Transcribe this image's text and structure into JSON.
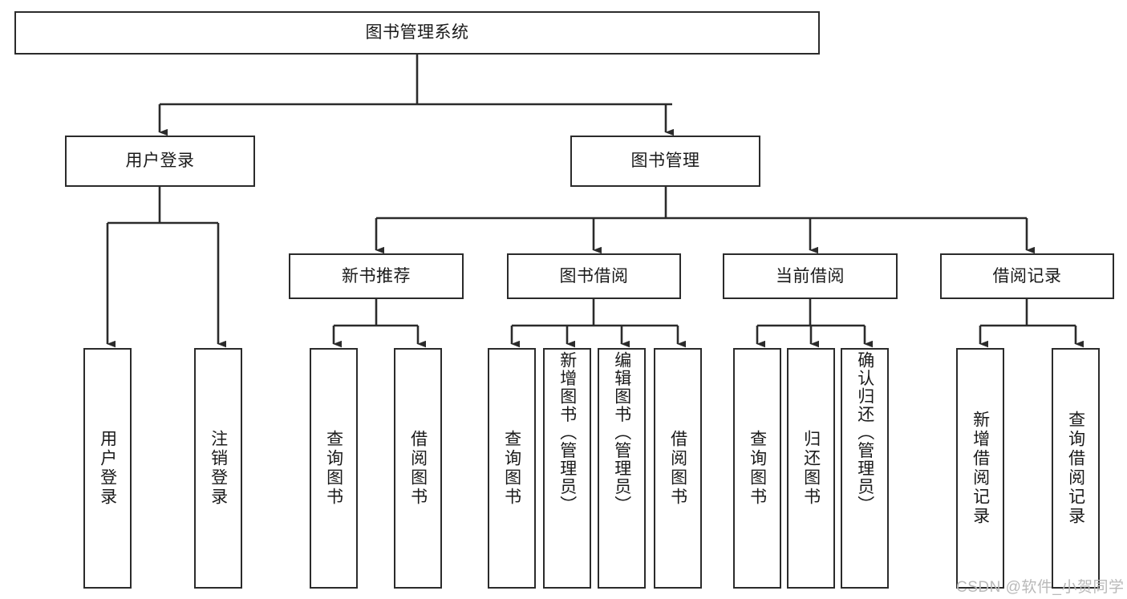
{
  "diagram": {
    "title": "图书管理系统",
    "type": "functional-hierarchy-tree",
    "watermark": "CSDN @软件_小贺同学",
    "colors": {
      "box_border": "#2b2b2b",
      "box_fill": "#ffffff",
      "edge": "#2b2b2b",
      "text": "#1a1a1a",
      "watermark": "#b9b9b9",
      "background": "#ffffff"
    },
    "nodes": {
      "root": {
        "label": "图书管理系统",
        "level": 1
      },
      "l2": [
        {
          "id": "user-login",
          "label": "用户登录",
          "level": 2
        },
        {
          "id": "book-management",
          "label": "图书管理",
          "level": 2
        }
      ],
      "l3": [
        {
          "id": "new-book-recommend",
          "label": "新书推荐",
          "level": 3,
          "parent": "book-management"
        },
        {
          "id": "book-borrow",
          "label": "图书借阅",
          "level": 3,
          "parent": "book-management"
        },
        {
          "id": "current-borrow",
          "label": "当前借阅",
          "level": 3,
          "parent": "book-management"
        },
        {
          "id": "borrow-record",
          "label": "借阅记录",
          "level": 3,
          "parent": "book-management"
        }
      ],
      "leaves": [
        {
          "id": "leaf-user-login",
          "label": "用户登录",
          "parent": "user-login"
        },
        {
          "id": "leaf-user-logout",
          "label": "注销登录",
          "parent": "user-login"
        },
        {
          "id": "leaf-query-book-1",
          "label": "查询图书",
          "parent": "new-book-recommend"
        },
        {
          "id": "leaf-borrow-book-1",
          "label": "借阅图书",
          "parent": "new-book-recommend"
        },
        {
          "id": "leaf-query-book-2",
          "label": "查询图书",
          "parent": "book-borrow"
        },
        {
          "id": "leaf-add-book",
          "label": "新增图书（管理员）",
          "parent": "book-borrow"
        },
        {
          "id": "leaf-edit-book",
          "label": "编辑图书（管理员）",
          "parent": "book-borrow"
        },
        {
          "id": "leaf-borrow-book-2",
          "label": "借阅图书",
          "parent": "book-borrow"
        },
        {
          "id": "leaf-query-book-3",
          "label": "查询图书",
          "parent": "current-borrow"
        },
        {
          "id": "leaf-return-book",
          "label": "归还图书",
          "parent": "current-borrow"
        },
        {
          "id": "leaf-confirm-return",
          "label": "确认归还（管理员）",
          "parent": "current-borrow"
        },
        {
          "id": "leaf-add-record",
          "label": "新增借阅记录",
          "parent": "borrow-record"
        },
        {
          "id": "leaf-query-record",
          "label": "查询借阅记录",
          "parent": "borrow-record"
        }
      ]
    }
  }
}
